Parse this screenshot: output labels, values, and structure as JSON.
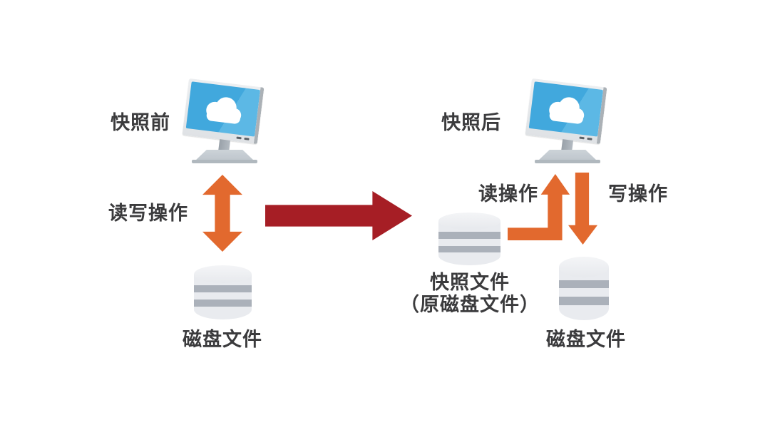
{
  "diagram": {
    "left": {
      "title": "快照前",
      "io_label": "读写操作",
      "disk_label": "磁盘文件"
    },
    "right": {
      "title": "快照后",
      "read_label": "读操作",
      "write_label": "写操作",
      "snapshot_label_line1": "快照文件",
      "snapshot_label_line2": "（原磁盘文件）",
      "disk_label": "磁盘文件"
    },
    "colors": {
      "arrow_orange": "#E2692E",
      "arrow_red": "#A61E25",
      "screen_blue": "#41A8DD",
      "db_body": "#E9EBEF",
      "db_band": "#ABB1BA",
      "text": "#3B3B3D"
    }
  }
}
